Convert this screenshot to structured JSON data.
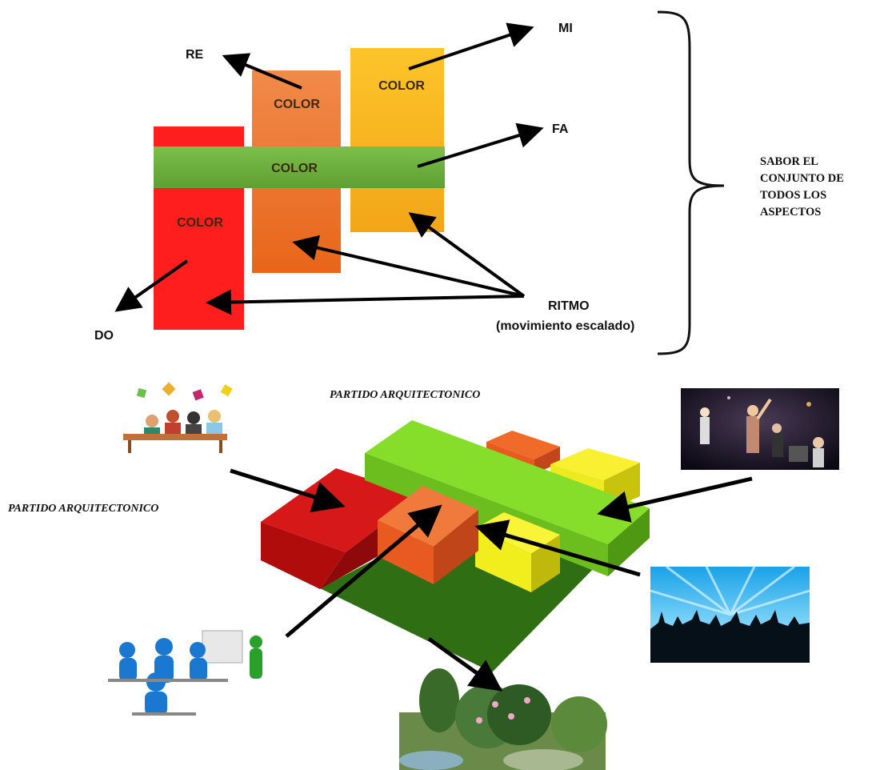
{
  "top_diagram": {
    "bars": {
      "do": {
        "label": "COLOR",
        "color": "#ff1e1e"
      },
      "re": {
        "label": "COLOR",
        "color": "#ee7a2a"
      },
      "mi": {
        "label": "COLOR",
        "color": "#fcbc18"
      },
      "fa": {
        "label": "COLOR",
        "color": "#6fb03c"
      }
    },
    "notes": {
      "do": "DO",
      "re": "RE",
      "mi": "MI",
      "fa": "FA"
    },
    "ritmo": {
      "title": "RITMO",
      "subtitle": "(movimiento escalado)"
    },
    "brace_text": [
      "SABOR EL",
      "CONJUNTO DE",
      "TODOS LOS",
      "ASPECTOS"
    ]
  },
  "bottom_diagram": {
    "title_top": "PARTIDO ARQUITECTONICO",
    "title_left": "PARTIDO ARQUITECTONICO",
    "colors": {
      "red": "#c40e0e",
      "orange": "#e85a20",
      "yellow": "#f2ee1e",
      "green_light": "#7ed321",
      "green_dark": "#2f6e12"
    },
    "images": {
      "meeting": "meeting-icon",
      "concert": "concert-photo",
      "audience": "audience-photo",
      "class": "classroom-icon",
      "garden": "garden-photo"
    }
  }
}
